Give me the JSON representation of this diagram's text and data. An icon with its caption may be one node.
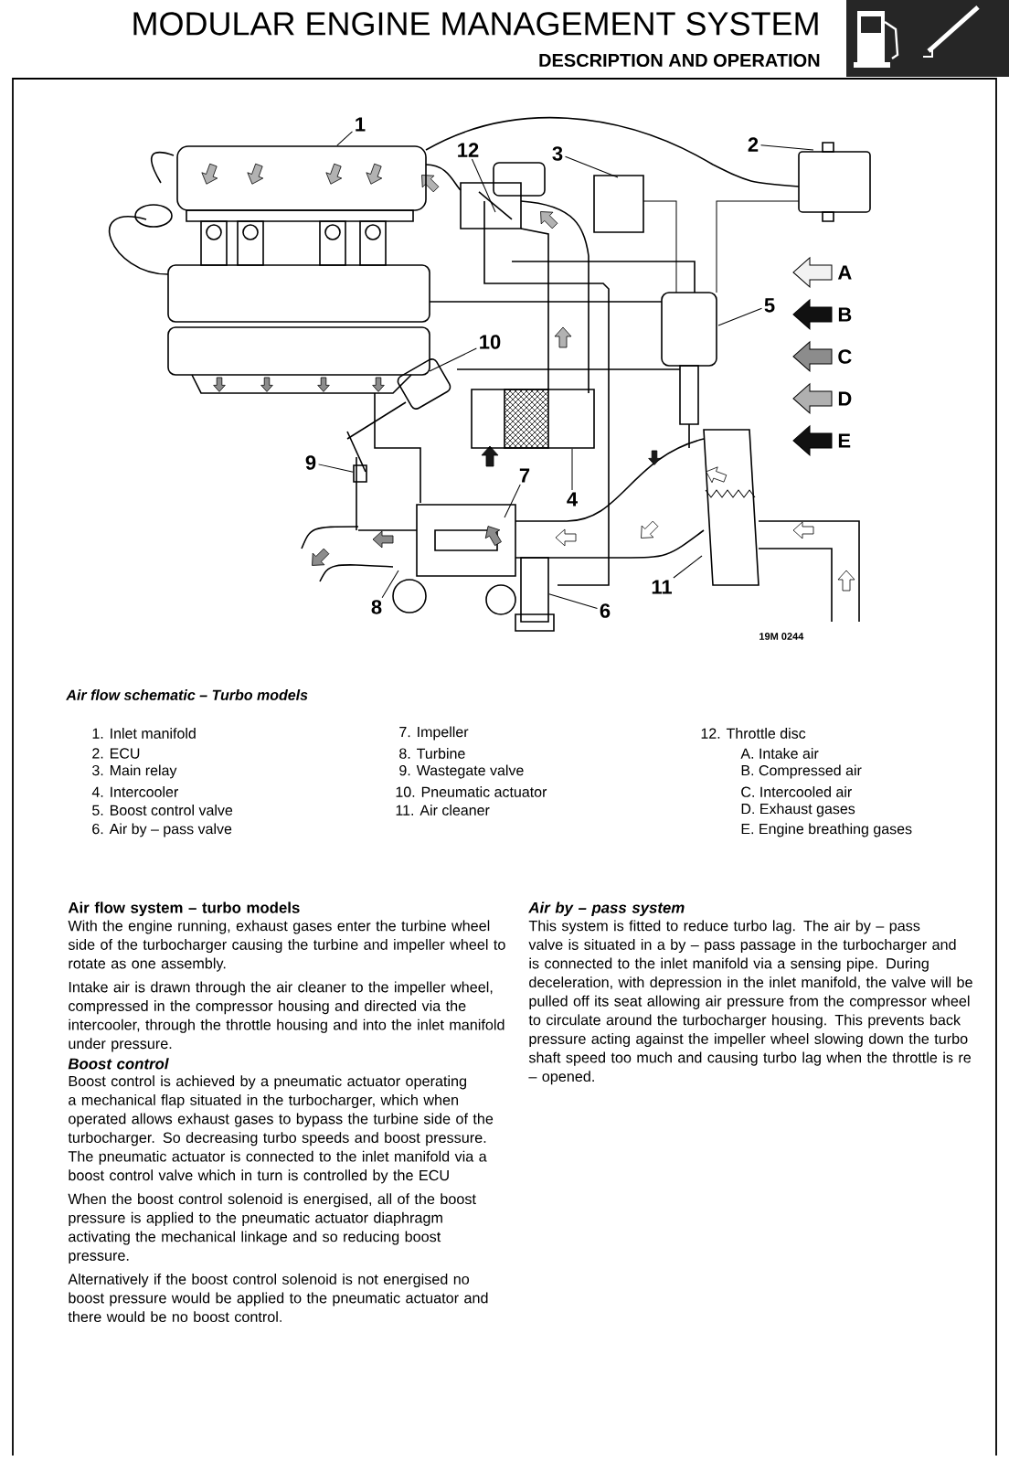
{
  "diagram": {
    "title": "MODULAR ENGINE MANAGEMENT SYSTEM",
    "caption": "Air flow schematic – Turbo models",
    "nodes": [
      {
        "text": [
          "1"
        ]
      },
      {
        "text": [
          "2"
        ]
      },
      {
        "text": [
          "3"
        ]
      },
      {
        "text": [
          "4"
        ]
      },
      {
        "text": [
          "5"
        ]
      },
      {
        "text": [
          "6"
        ]
      },
      {
        "text": [
          "7"
        ]
      },
      {
        "text": [
          "8"
        ]
      },
      {
        "text": [
          "9"
        ]
      },
      {
        "text": [
          "10"
        ]
      },
      {
        "text": [
          "11"
        ]
      },
      {
        "text": [
          "12"
        ]
      },
      {
        "text": [],
        "shape": "box"
      },
      {
        "text": [],
        "shape": "box"
      },
      {
        "text": [],
        "shape": "box"
      },
      {
        "text": [],
        "shape": "box"
      }
    ],
    "edges": [
      {
        "from": 0,
        "to": 12,
        "arrow": "none"
      },
      {
        "from": 1,
        "to": null,
        "arrow": "none"
      },
      {
        "from": 2,
        "to": null,
        "arrow": "none"
      },
      {
        "from": 3,
        "to": 13,
        "arrow": "none"
      },
      {
        "from": 4,
        "to": null,
        "arrow": "none"
      },
      {
        "from": 5,
        "to": 15,
        "arrow": "none"
      },
      {
        "from": 6,
        "to": null,
        "arrow": "none"
      },
      {
        "from": 7,
        "to": null,
        "arrow": "none"
      },
      {
        "from": 8,
        "to": 14,
        "arrow": "none"
      },
      {
        "from": 9,
        "to": null,
        "arrow": "none"
      },
      {
        "from": 10,
        "to": null,
        "arrow": "none"
      },
      {
        "from": 11,
        "to": null,
        "arrow": "none"
      }
    ],
    "labels": [
      "DESCRIPTION AND OPERATION",
      "19M 0244",
      "1. Inlet manifold",
      "2. ECU",
      "3. Main relay",
      "4. Intercooler",
      "5. Boost control valve",
      "6. Air by – pass valve",
      "7. Impeller",
      "8. Turbine",
      "9. Wastegate valve",
      "10. Pneumatic actuator",
      "11. Air cleaner",
      "12. Throttle disc",
      "A. Intake air",
      "B. Compressed air",
      "C. Intercooled air",
      "D. Exhaust gases",
      "E. Engine breathing gases",
      "Air flow system – turbo models",
      "With the engine running, exhaust gases enter the turbine wheel side of the turbocharger causing the turbine and impeller wheel to rotate as one assembly.",
      "Intake air is drawn through the air cleaner to the impeller wheel, compressed in the compressor housing and directed via the intercooler, through the throttle housing and into the inlet manifold under pressure.",
      "Boost control",
      "Boost control is achieved by a pneumatic actuator operating a mechanical flap situated in the turbocharger, which when operated allows exhaust gases to bypass the turbine side of the turbocharger. So decreasing turbo speeds and boost pressure. The pneumatic actuator is connected to the inlet manifold via a boost control valve which in turn is controlled by the ECU",
      "When the boost control solenoid is energised, all of the boost pressure is applied to the pneumatic actuator diaphragm activating the mechanical linkage and so reducing boost pressure.",
      "Alternatively if the boost control solenoid is not energised no boost pressure would be applied to the pneumatic actuator and there would be no boost control.",
      "Air by – pass system",
      "This system is fitted to reduce turbo lag. The air by – pass valve is situated in a by – pass passage in the turbocharger and is connected to the inlet manifold via a sensing pipe. During deceleration, with depression in the inlet manifold, the valve will be pulled off its seat allowing air pressure from the compressor wheel to circulate around the turbocharger housing. This prevents back pressure acting against the impeller wheel slowing down the turbo shaft speed too much and causing turbo lag when the throttle is re – opened."
    ],
    "legend": [
      {
        "text": "A",
        "color": "#f2f2f2"
      },
      {
        "text": "B",
        "color": "#111111"
      },
      {
        "text": "C",
        "color": "#8c8c8c"
      },
      {
        "text": "D",
        "color": "#b0b0b0"
      },
      {
        "text": "E",
        "color": "#111111"
      }
    ]
  }
}
